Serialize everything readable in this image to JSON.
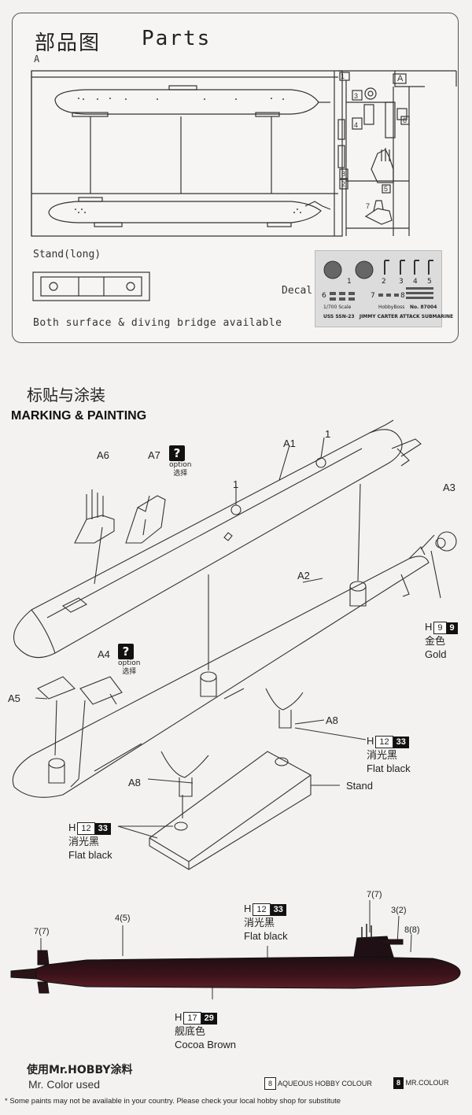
{
  "parts": {
    "title_cn": "部品图",
    "title_en": "Parts",
    "sprue_label": "A",
    "sprue_tag": "A",
    "sprue_numbers": [
      "1",
      "2",
      "3",
      "4",
      "5",
      "6",
      "7",
      "8"
    ],
    "stand_label": "Stand(long)",
    "decal_label": "Decal",
    "decal_sheet": {
      "numbers": [
        "1",
        "2",
        "3",
        "4",
        "5",
        "6",
        "7",
        "8"
      ],
      "scale": "1/700 Scale",
      "brand": "HobbyBoss",
      "kit_no": "No. 87004",
      "name": "USS SSN-23   JIMMY CARTER ATTACK SUBMARINE"
    },
    "note": "Both surface & diving bridge available"
  },
  "marking": {
    "title_cn": "标贴与涂装",
    "title_en": "MARKING & PAINTING",
    "labels": {
      "a1": "A1",
      "a2": "A2",
      "a3": "A3",
      "a4": "A4",
      "a5": "A5",
      "a6": "A6",
      "a7": "A7",
      "a8_1": "A8",
      "a8_2": "A8",
      "decal1_a": "1",
      "decal1_b": "1",
      "stand": "Stand"
    },
    "option_icon": "?",
    "option_en": "option",
    "option_cn": "选择",
    "gold": {
      "h": "H",
      "hobby": "9",
      "mr": "9",
      "cn": "金色",
      "en": "Gold"
    },
    "flat_black_1": {
      "h": "H",
      "hobby": "12",
      "mr": "33",
      "cn": "消光黑",
      "en": "Flat black"
    },
    "flat_black_2": {
      "h": "H",
      "hobby": "12",
      "mr": "33",
      "cn": "消光黑",
      "en": "Flat black"
    }
  },
  "profile": {
    "decal_labels": {
      "p7_left": "7(7)",
      "p4": "4(5)",
      "p7_top": "7(7)",
      "p3": "3(2)",
      "p8": "8(8)"
    },
    "flat_black": {
      "h": "H",
      "hobby": "12",
      "mr": "33",
      "cn": "消光黑",
      "en": "Flat black"
    },
    "cocoa": {
      "h": "H",
      "hobby": "17",
      "mr": "29",
      "cn": "舰底色",
      "en": "Cocoa Brown"
    }
  },
  "footer": {
    "used_cn": "使用Mr.HOBBY涂料",
    "used_en": "Mr. Color used",
    "legend_aqueous_box": "8",
    "legend_aqueous": "AQUEOUS HOBBY COLOUR",
    "legend_mr_box": "8",
    "legend_mr": "MR.COLOUR",
    "note": "* Some paints may not be available in your country. Please check your local hobby shop for substitute"
  },
  "colors": {
    "hull_dark": "#2a1418",
    "hull_red": "#4a1820",
    "line": "#333333"
  }
}
